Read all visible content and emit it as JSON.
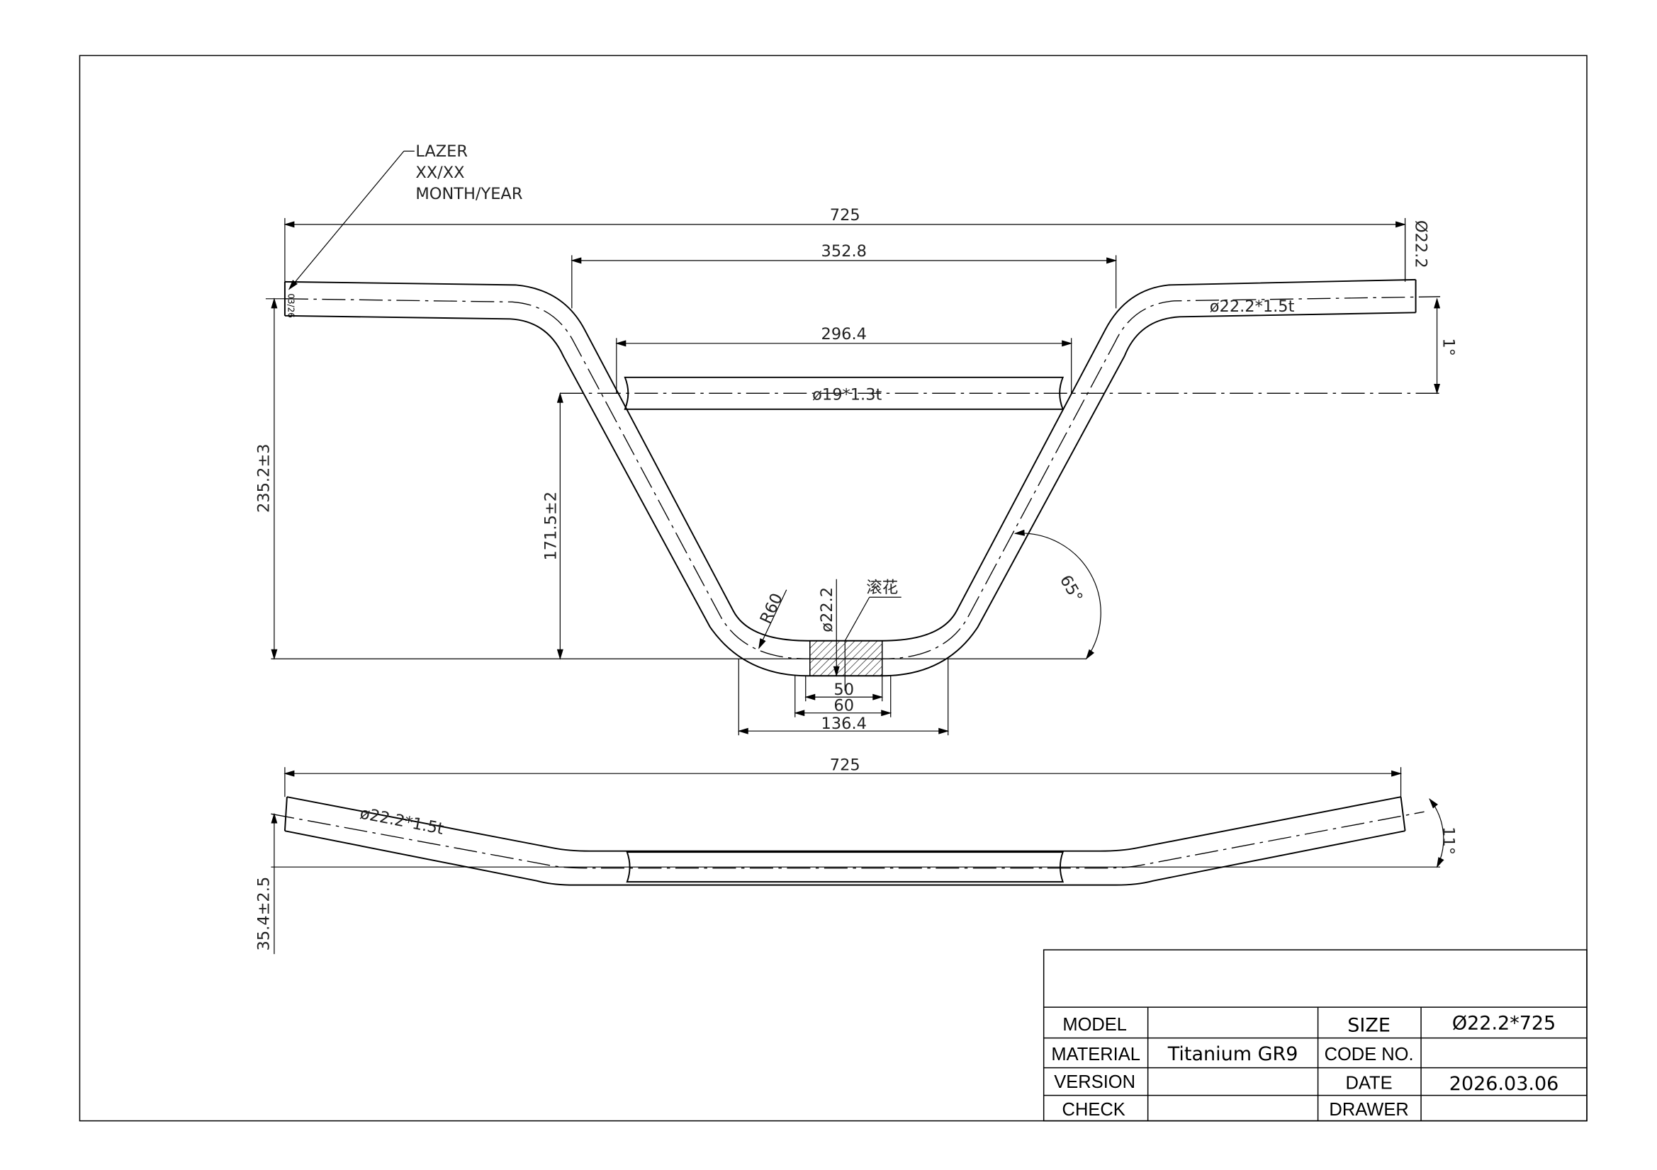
{
  "annotations": {
    "laser_mark": [
      "LAZER",
      "XX/XX",
      "MONTH/YEAR"
    ],
    "laser_mark_sample": "03/26",
    "knurling": "滚花"
  },
  "top_view": {
    "overall_width": "725",
    "upper_rise_width": "352.8",
    "crossbar_width": "296.4",
    "grip_diameter": "Ø22.2",
    "grip_tube": "ø22.2*1.5t",
    "crossbar_tube": "ø19*1.3t",
    "grip_angle": "1°",
    "total_height": "235.2±3",
    "crossbar_height": "171.5±2",
    "bend_angle": "65°",
    "bend_radius": "R60",
    "clamp_diameter": "ø22.2",
    "knurl_width": "50",
    "clamp_width": "60",
    "center_width": "136.4"
  },
  "side_view": {
    "overall_width": "725",
    "tube": "ø22.2*1.5t",
    "sweep_angle": "11°",
    "rise": "35.4±2.5"
  },
  "title_block": {
    "rows": [
      {
        "label": "MODEL",
        "value": "",
        "label2": "SIZE",
        "value2": "Ø22.2*725"
      },
      {
        "label": "MATERIAL",
        "value": "Titanium GR9",
        "label2": "CODE NO.",
        "value2": ""
      },
      {
        "label": "VERSION",
        "value": "",
        "label2": "DATE",
        "value2": "2026.03.06"
      },
      {
        "label": "CHECK",
        "value": "",
        "label2": "DRAWER",
        "value2": ""
      }
    ]
  }
}
